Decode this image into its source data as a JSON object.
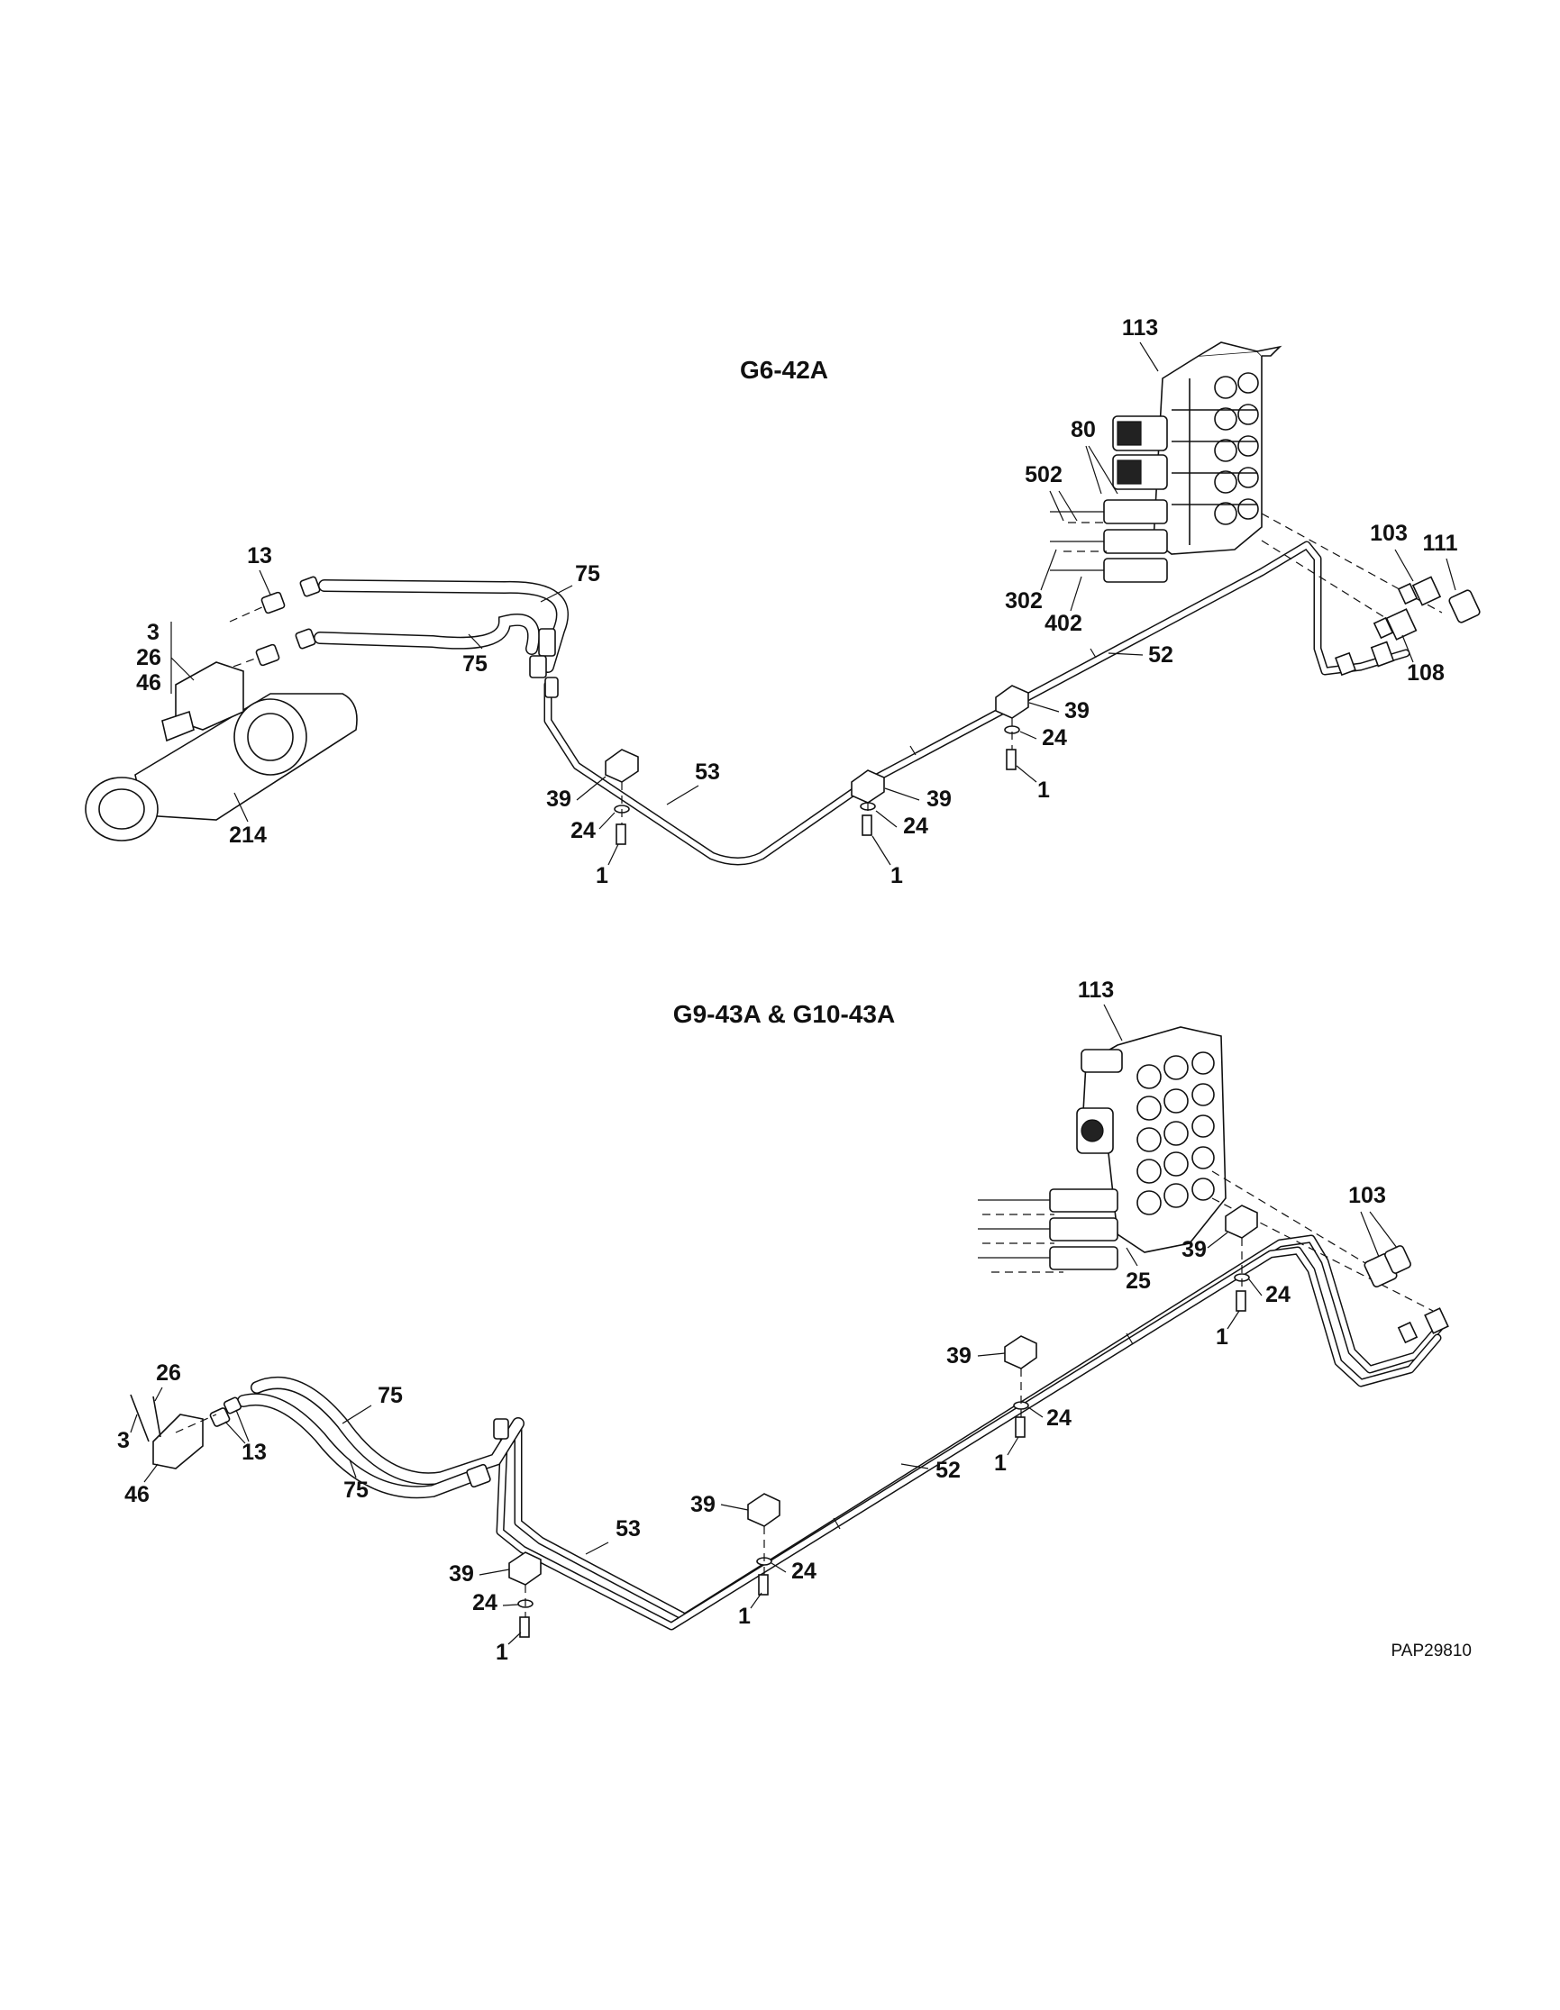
{
  "diagram": {
    "top_section": {
      "title": "G6-42A",
      "callouts": {
        "valve": "113",
        "spool_80": "80",
        "spool_502": "502",
        "spool_302": "302",
        "spool_402": "402",
        "fitting_103": "103",
        "fitting_111": "111",
        "fitting_108": "108",
        "tube_52": "52",
        "clamp_39_a": "39",
        "washer_24_a": "24",
        "bolt_1_a": "1",
        "tube_53": "53",
        "clamp_39_b": "39",
        "washer_24_b": "24",
        "bolt_1_b": "1",
        "clamp_39_c": "39",
        "washer_24_c": "24",
        "bolt_1_c": "1",
        "hose_75_a": "75",
        "hose_75_b": "75",
        "fitting_13": "13",
        "group_3": "3",
        "group_26": "26",
        "group_46": "46",
        "cylinder_214": "214"
      }
    },
    "bottom_section": {
      "title": "G9-43A & G10-43A",
      "callouts": {
        "valve": "113",
        "fitting_103": "103",
        "spool_25": "25",
        "clamp_39_a": "39",
        "washer_24_a": "24",
        "bolt_1_a": "1",
        "clamp_39_b": "39",
        "washer_24_b": "24",
        "bolt_1_b": "1",
        "tube_52": "52",
        "clamp_39_c": "39",
        "washer_24_c": "24",
        "bolt_1_c": "1",
        "tube_53": "53",
        "clamp_39_d": "39",
        "washer_24_d": "24",
        "bolt_1_d": "1",
        "hose_75_a": "75",
        "hose_75_b": "75",
        "fitting_13": "13",
        "part_26": "26",
        "part_3": "3",
        "part_46": "46"
      }
    },
    "figure_code": "PAP29810"
  }
}
